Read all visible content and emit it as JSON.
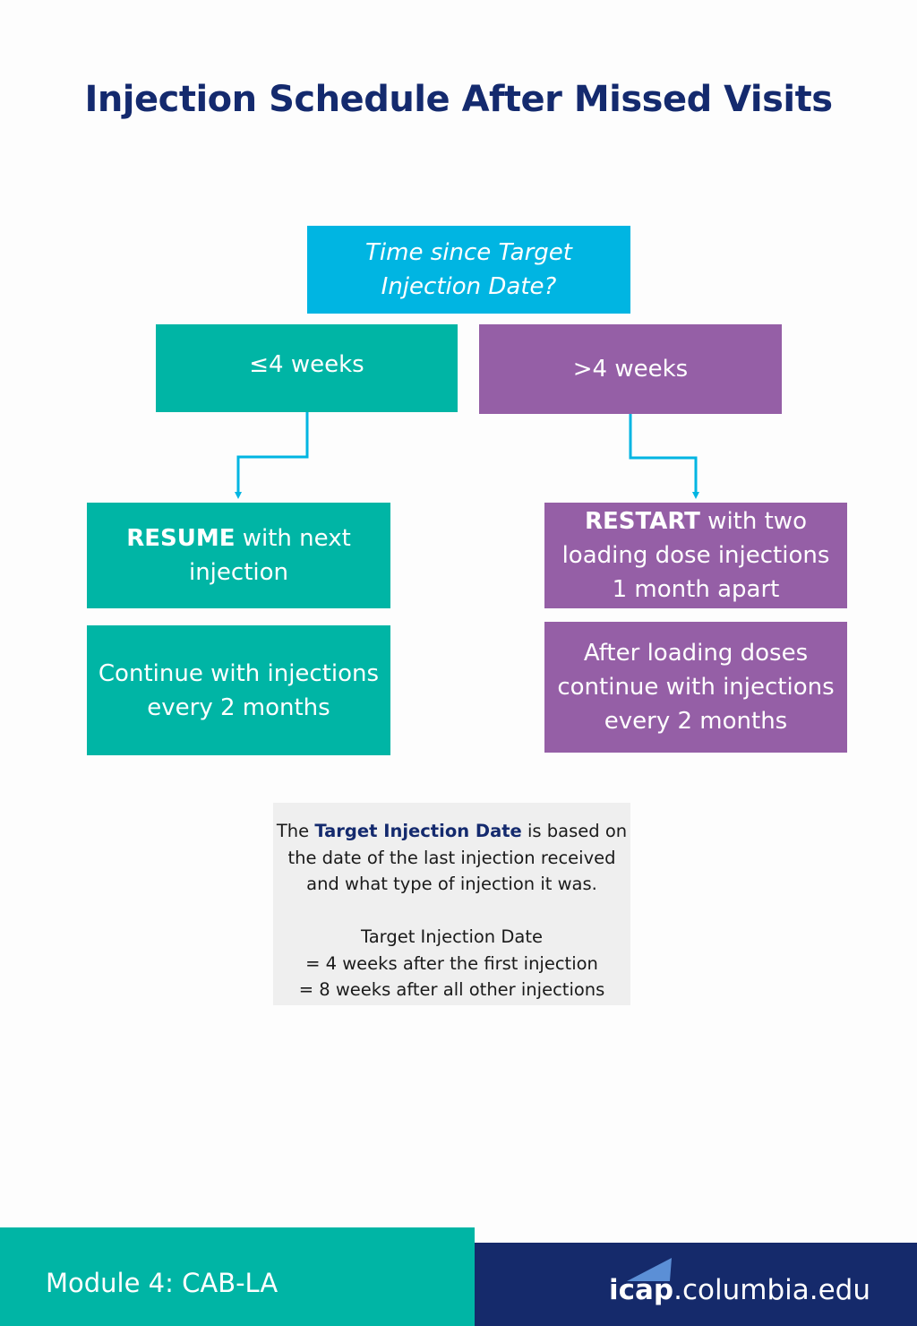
{
  "title": "Injection Schedule After Missed Visits",
  "question": {
    "line1": "Time since Target",
    "line2": "Injection Date?"
  },
  "branches": {
    "left_label": "≤4 weeks",
    "right_label": ">4 weeks"
  },
  "left": {
    "action_bold": "RESUME",
    "action_rest": " with next",
    "action_line2": "injection",
    "continue_line1": "Continue with injections",
    "continue_line2": "every 2 months"
  },
  "right": {
    "action_bold": "RESTART",
    "action_rest": " with two",
    "action_line2": "loading dose injections",
    "action_line3": "1 month apart",
    "after_line1": "After loading doses",
    "after_line2": "continue with injections",
    "after_line3": "every 2 months"
  },
  "note": {
    "p1_pre": "The ",
    "p1_highlight": "Target Injection Date",
    "p1_post": " is based on",
    "p1_line2": "the date of the last injection received",
    "p1_line3": "and what type of injection it was.",
    "p2_line1": "Target Injection Date",
    "p2_line2": "= 4 weeks after the first injection",
    "p2_line3": "= 8 weeks after all other injections"
  },
  "footer": {
    "module": "Module 4: CAB-LA",
    "brand_bold": "icap",
    "brand_rest": ".columbia.edu"
  },
  "colors": {
    "title": "#142a6e",
    "question_box": "#00b5e2",
    "teal": "#00b5a5",
    "purple": "#955fa6",
    "note_bg": "#efefef",
    "footer_navy": "#152a6b",
    "connector": "#00b5e2"
  }
}
